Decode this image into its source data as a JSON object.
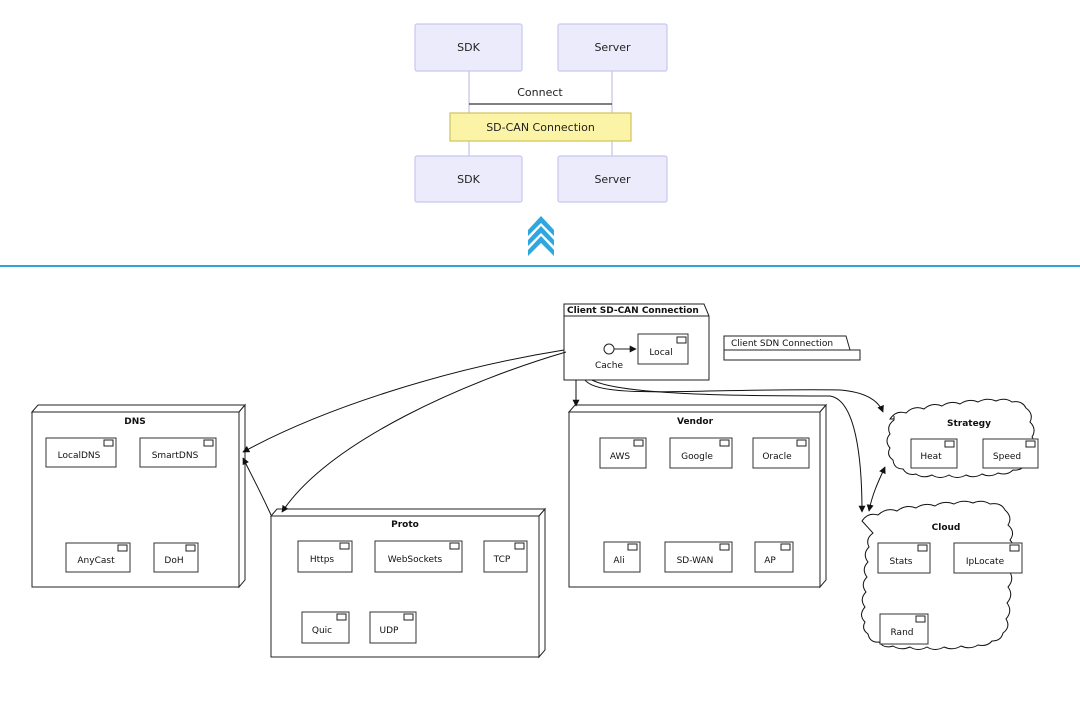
{
  "top_sequence": {
    "participants_top": [
      "SDK",
      "Server"
    ],
    "participants_bottom": [
      "SDK",
      "Server"
    ],
    "message": "Connect",
    "note": "SD-CAN Connection"
  },
  "divider_color": "#2fa3db",
  "arrow_icon": "double-chevron-up-icon",
  "component_diagram": {
    "client_package": {
      "title": "Client SD-CAN Connection",
      "interface_label": "Cache",
      "component": "Local"
    },
    "sdn_package": {
      "title": "Client SDN Connection"
    },
    "dns": {
      "title": "DNS",
      "components": [
        "LocalDNS",
        "SmartDNS",
        "AnyCast",
        "DoH"
      ]
    },
    "proto": {
      "title": "Proto",
      "components": [
        "Https",
        "WebSockets",
        "TCP",
        "Quic",
        "UDP"
      ]
    },
    "vendor": {
      "title": "Vendor",
      "components": [
        "AWS",
        "Google",
        "Oracle",
        "Ali",
        "SD-WAN",
        "AP"
      ]
    },
    "strategy": {
      "title": "Strategy",
      "components": [
        "Heat",
        "Speed"
      ]
    },
    "cloud": {
      "title": "Cloud",
      "components": [
        "Stats",
        "IpLocate",
        "Rand"
      ]
    }
  }
}
